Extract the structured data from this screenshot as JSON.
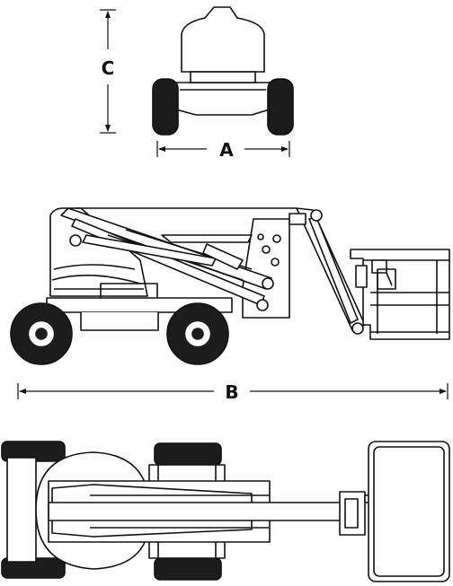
{
  "labels": {
    "height": "C",
    "width": "A",
    "length": "B"
  },
  "colors": {
    "ink": "#111111",
    "tire": "#1c1c1c",
    "paper": "#ffffff",
    "shade": "#f4f4f4"
  },
  "views": [
    "front-view",
    "side-view",
    "top-view"
  ]
}
